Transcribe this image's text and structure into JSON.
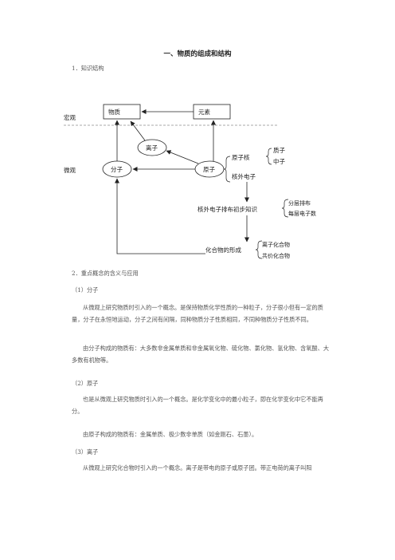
{
  "title": "一、物质的组成和结构",
  "section1": "1．知识结构",
  "diagram": {
    "macro_label": "宏观",
    "micro_label": "微观",
    "substance": "物质",
    "element": "元素",
    "ion": "离子",
    "molecule": "分子",
    "atom": "原子",
    "nucleus": "原子核",
    "proton": "质子",
    "neutron": "中子",
    "electrons": "核外电子",
    "arrangement": "核外电子排布初步知识",
    "shells": "分层排布",
    "shell_count": "每层电子数",
    "compound_formation": "化合物的形成",
    "ionic_compound": "离子化合物",
    "covalent_compound": "共价化合物"
  },
  "section2": "2．重点概念的含义与应用",
  "sub1": "（1）分子",
  "para_molecule_1": "从微观上研究物质时引入的一个概念。是保持物质化学性质的一种粒子，分子很小但有一定的质量，分子在永恒地运动，分子之间有间隔，同种物质分子性质相同，不同种物质分子性质不同。",
  "para_molecule_2": "由分子构成的物质有：大多数非金属单质和非金属氧化物、硫化物、氯化物、氢化物、含氧酸、大多数有机物等。",
  "sub2": "（2）原子",
  "para_atom_1": "也是从微观上研究物质时引入的一个概念。是化学变化中的最小粒子，即在化学变化中它不能再分。",
  "para_atom_2": "由原子构成的物质有：金属单质、极少数非单质（如金刚石、石墨）。",
  "sub3": "（3）离子",
  "para_ion_1": "从微观上研究化合物时引入的一个概念。离子是带电的原子或原子团。带正电荷的离子叫阳"
}
